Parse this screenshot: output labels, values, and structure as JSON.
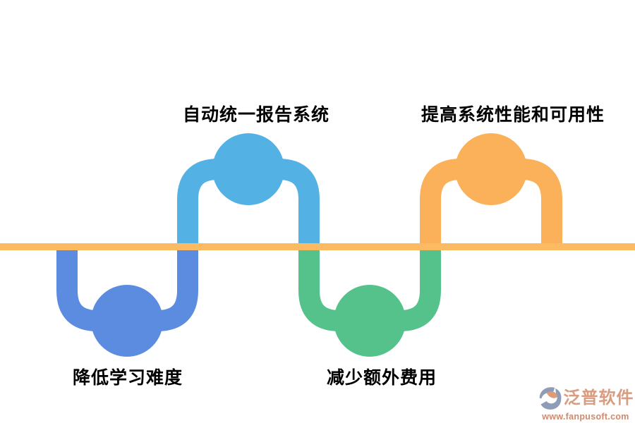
{
  "diagram": {
    "type": "serpentine-feature-flow",
    "baseline": {
      "color": "#FCBA62"
    },
    "label_color": "#000000",
    "nodes": [
      {
        "id": 1,
        "label": "降低学习难度",
        "color": "#5C8CDF",
        "position": "below-line"
      },
      {
        "id": 2,
        "label": "自动统一报告系统",
        "color": "#54B1E3",
        "position": "above-line"
      },
      {
        "id": 3,
        "label": "减少额外费用",
        "color": "#56C28B",
        "position": "below-line"
      },
      {
        "id": 4,
        "label": "提高系统性能和可用性",
        "color": "#FBB05A",
        "position": "above-line"
      }
    ]
  },
  "watermark": {
    "brand": "泛普软件",
    "url": "www.fanpusoft.com",
    "brand_color": "#D89C80",
    "url_color": "#CE8A6F",
    "icon_gray": "#8F9CB8",
    "icon_accent": "#DE9B77"
  }
}
